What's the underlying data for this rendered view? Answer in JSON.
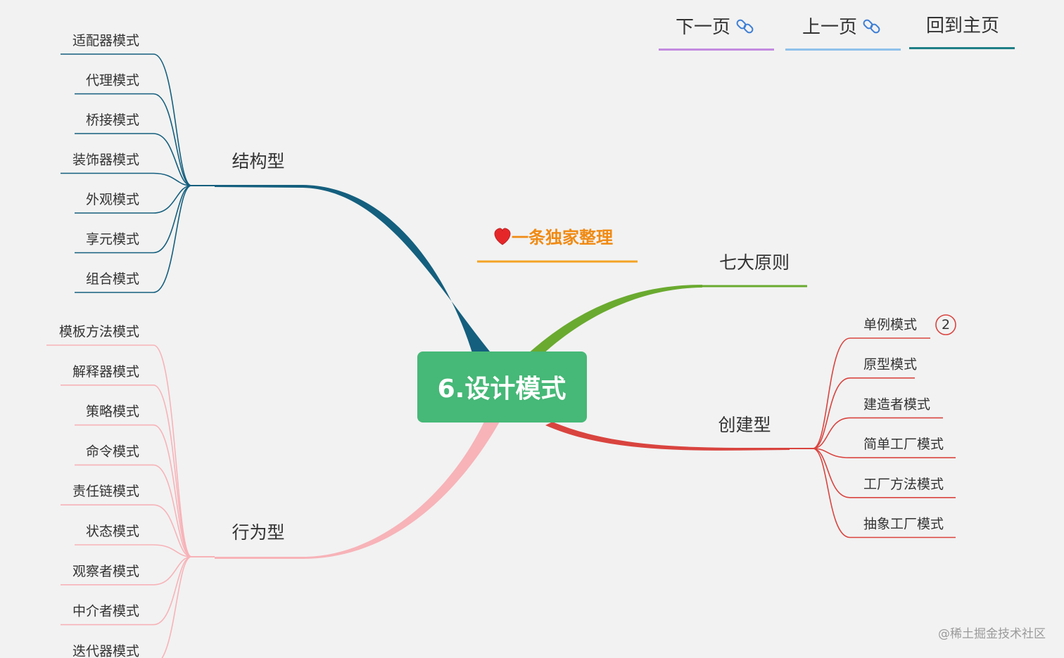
{
  "nav": {
    "next_label": "下一页",
    "prev_label": "上一页",
    "home_label": "回到主页",
    "link_icon": "link-icon",
    "colors": {
      "next": "#c38be0",
      "prev": "#8fc1ea",
      "home": "#1f7f86"
    }
  },
  "center": {
    "label": "6.设计模式",
    "color": "#46b877"
  },
  "note": {
    "text": "一条独家整理",
    "icon": "heart-icon",
    "color": "#f08a13"
  },
  "branches": {
    "structural": {
      "label": "结构型",
      "color": "#145f7e",
      "items": [
        "适配器模式",
        "代理模式",
        "桥接模式",
        "装饰器模式",
        "外观模式",
        "享元模式",
        "组合模式"
      ]
    },
    "behavioral": {
      "label": "行为型",
      "color": "#f7b3b8",
      "items": [
        "模板方法模式",
        "解释器模式",
        "策略模式",
        "命令模式",
        "责任链模式",
        "状态模式",
        "观察者模式",
        "中介者模式",
        "迭代器模式"
      ]
    },
    "principles": {
      "label": "七大原则",
      "color": "#6aaa2f"
    },
    "creational": {
      "label": "创建型",
      "color": "#d9443f",
      "items": [
        "单例模式",
        "原型模式",
        "建造者模式",
        "简单工厂模式",
        "工厂方法模式",
        "抽象工厂模式"
      ],
      "badge": "2"
    }
  },
  "watermark": "@稀土掘金技术社区"
}
